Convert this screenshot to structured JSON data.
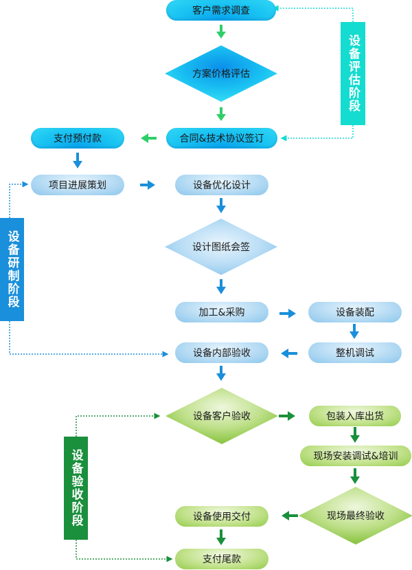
{
  "colors": {
    "cyan": "#19c3f2",
    "cyan_arrow": "#2ecf6a",
    "teal_phase": "#14dcd0",
    "blue": "#1a8fdb",
    "blue_phase": "#1a8fdb",
    "green": "#1a8f3c",
    "green_phase": "#1a8f3c"
  },
  "phases": {
    "evaluation": "设备评估阶段",
    "development": "设备研制阶段",
    "acceptance": "设备验收阶段"
  },
  "nodes": {
    "customer_survey": "客户需求调查",
    "price_evaluation": "方案价格评估",
    "contract_signing": "合同&技术协议签订",
    "advance_payment": "支付预付款",
    "project_planning": "项目进展策划",
    "design_optimization": "设备优化设计",
    "drawing_signoff": "设计图纸会签",
    "processing_purchasing": "加工&采购",
    "assembly": "设备装配",
    "debugging": "整机调试",
    "internal_acceptance": "设备内部验收",
    "customer_acceptance": "设备客户验收",
    "packing_shipping": "包装入库出货",
    "onsite_install_training": "现场安装调试&培训",
    "final_acceptance": "现场最终验收",
    "delivery": "设备使用交付",
    "final_payment": "支付尾款"
  }
}
